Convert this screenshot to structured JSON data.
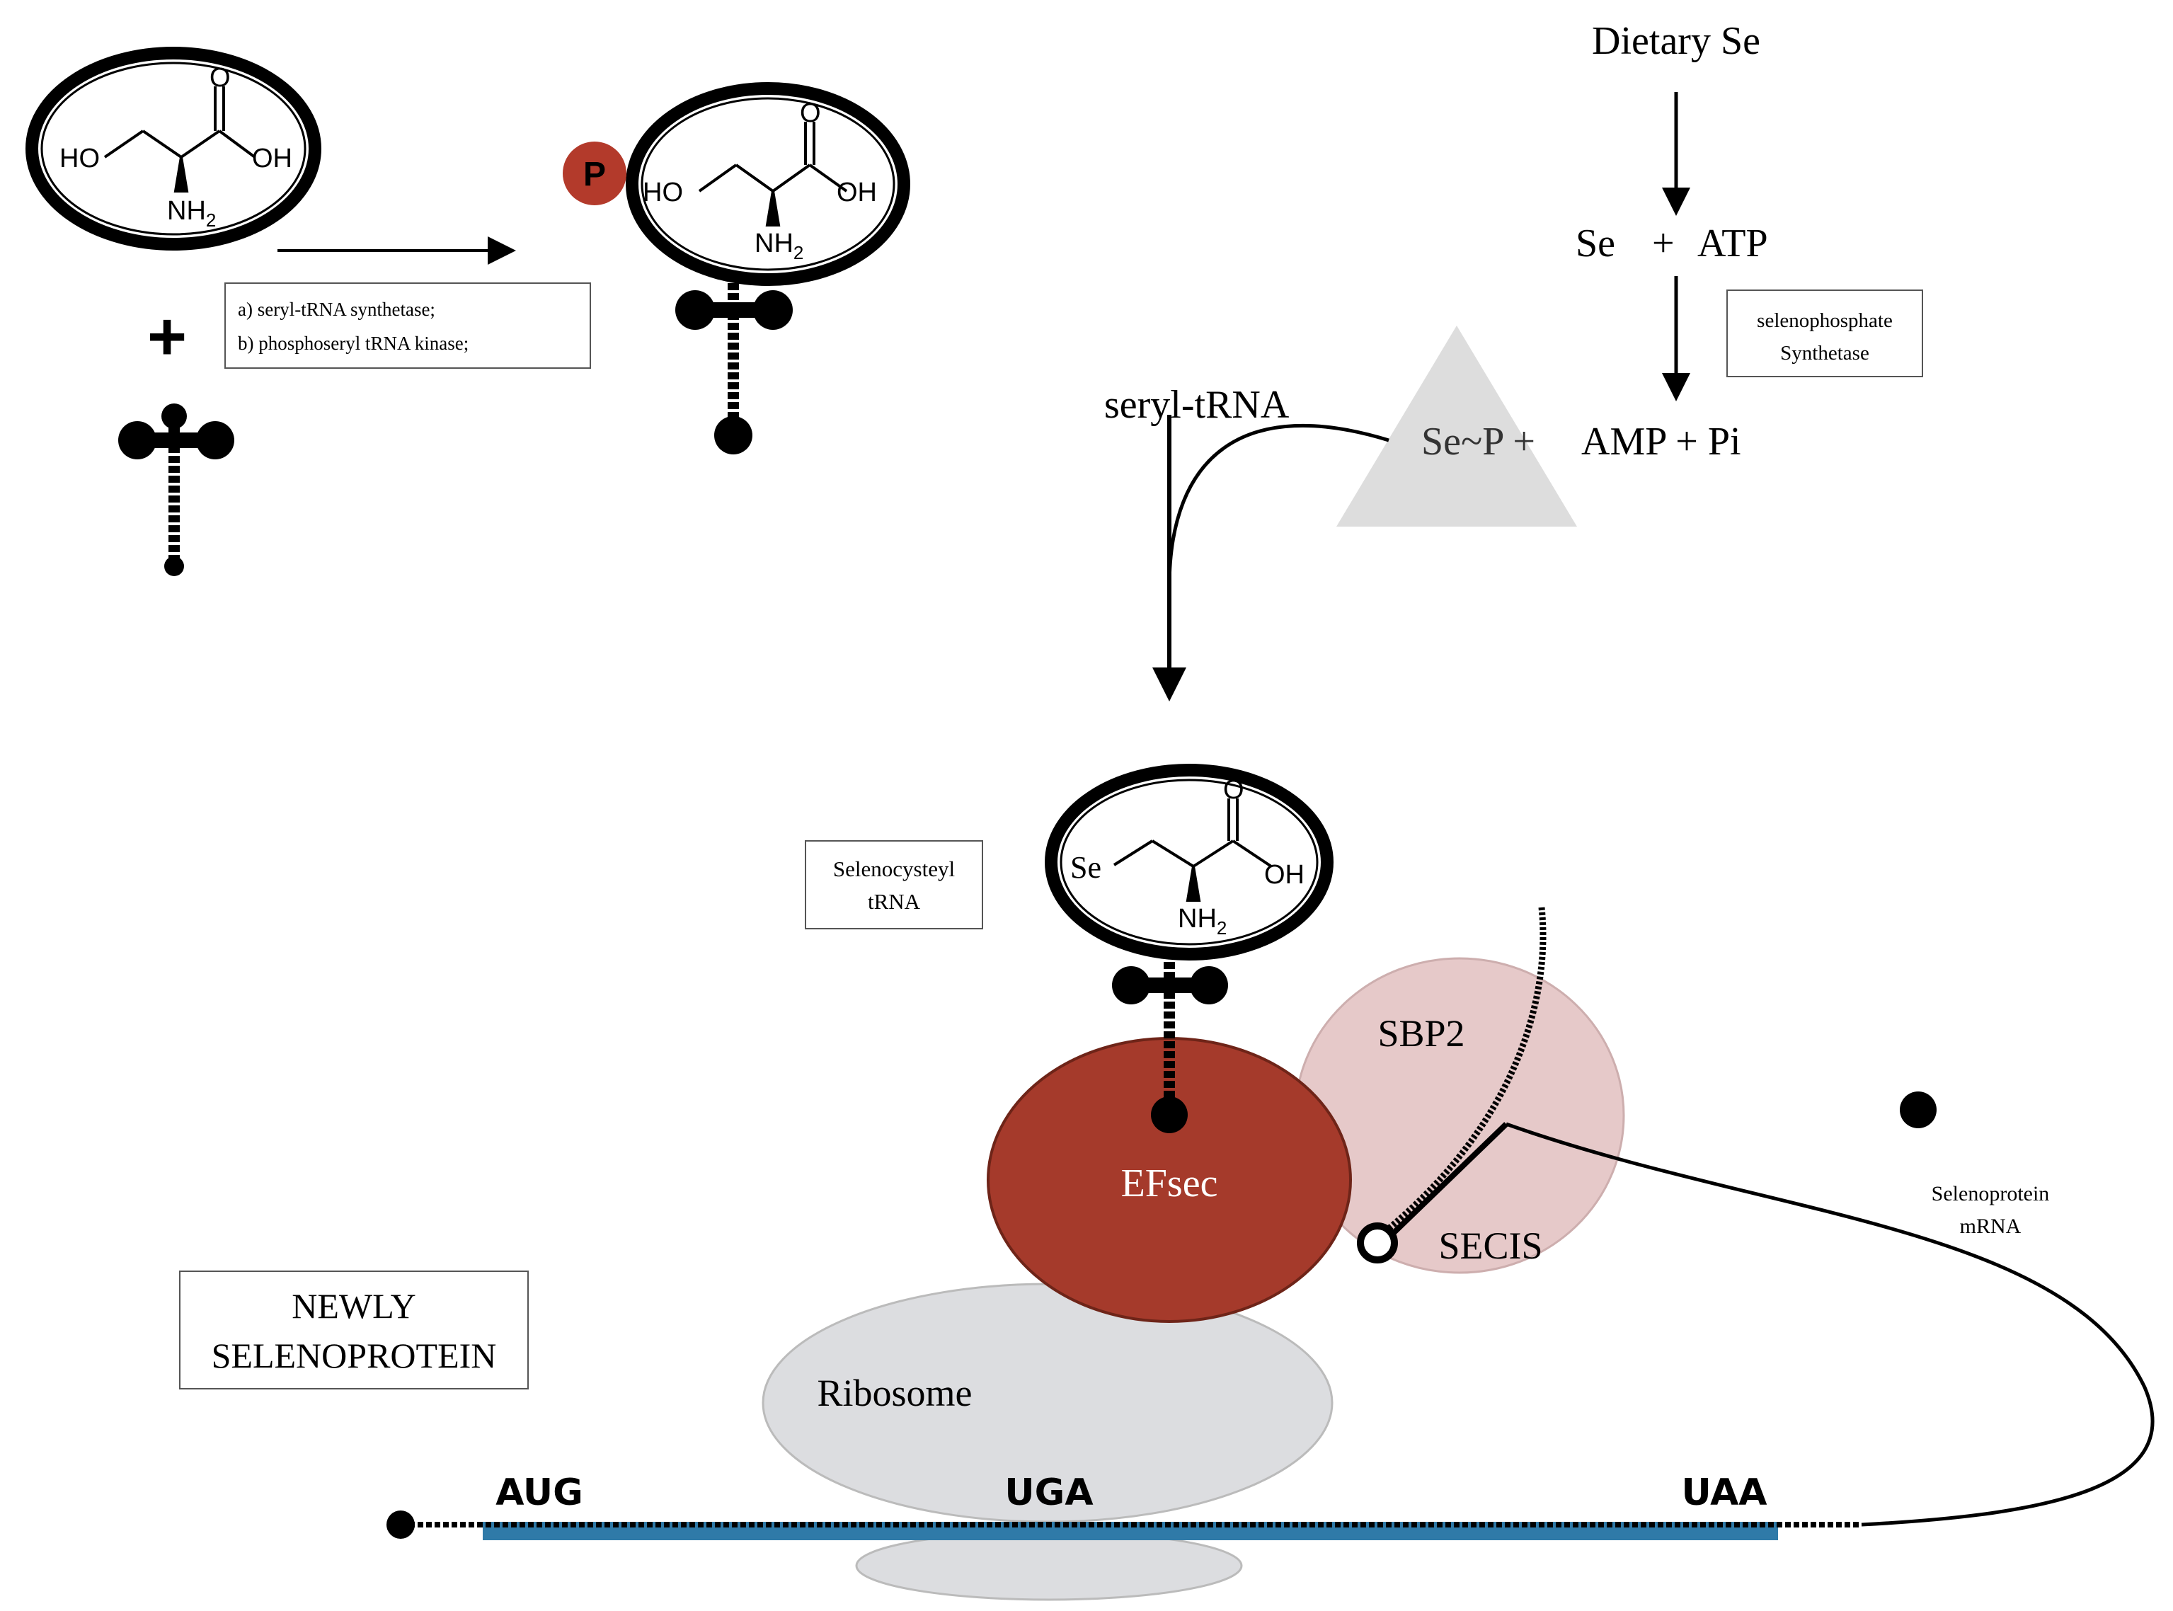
{
  "top_left": {
    "enzymes": {
      "a": "a)  seryl-tRNA synthetase;",
      "b": "b)  phosphoseryl tRNA kinase;"
    },
    "plus": "+",
    "phosphate_label": "P",
    "serine": {
      "ho": "HO",
      "oh": "OH",
      "o": "O",
      "nh": "NH",
      "sub2": "2"
    }
  },
  "selenium_pathway": {
    "dietary": "Dietary Se",
    "se": "Se",
    "plus": "+",
    "atp": "ATP",
    "enzyme_line1": "selenophosphate",
    "enzyme_line2": "Synthetase",
    "sep": "Se~P +",
    "amp": "AMP + Pi",
    "seryl_trna": "seryl-tRNA"
  },
  "selenocysteine": {
    "box_line1": "Selenocysteyl",
    "box_line2": "tRNA",
    "se": "Se",
    "oh": "OH",
    "o": "O",
    "nh": "NH",
    "sub2": "2"
  },
  "complex": {
    "sbp2": "SBP2",
    "efsec": "EFsec",
    "secis": "SECIS",
    "ribosome": "Ribosome"
  },
  "mrna": {
    "label_line1": "Selenoprotein",
    "label_line2": "mRNA",
    "codons": [
      "AUG",
      "UGA",
      "UAA"
    ]
  },
  "newly": {
    "line1": "NEWLY",
    "line2": "SELENOPROTEIN"
  },
  "colors": {
    "efsec": "#a53a2b",
    "sbp2": "#e6c9c9",
    "ribosome": "#dcdde0",
    "mrna_strand": "#2f7aa8",
    "phosphate": "#b33a2b",
    "triangle": "#dddddd"
  }
}
